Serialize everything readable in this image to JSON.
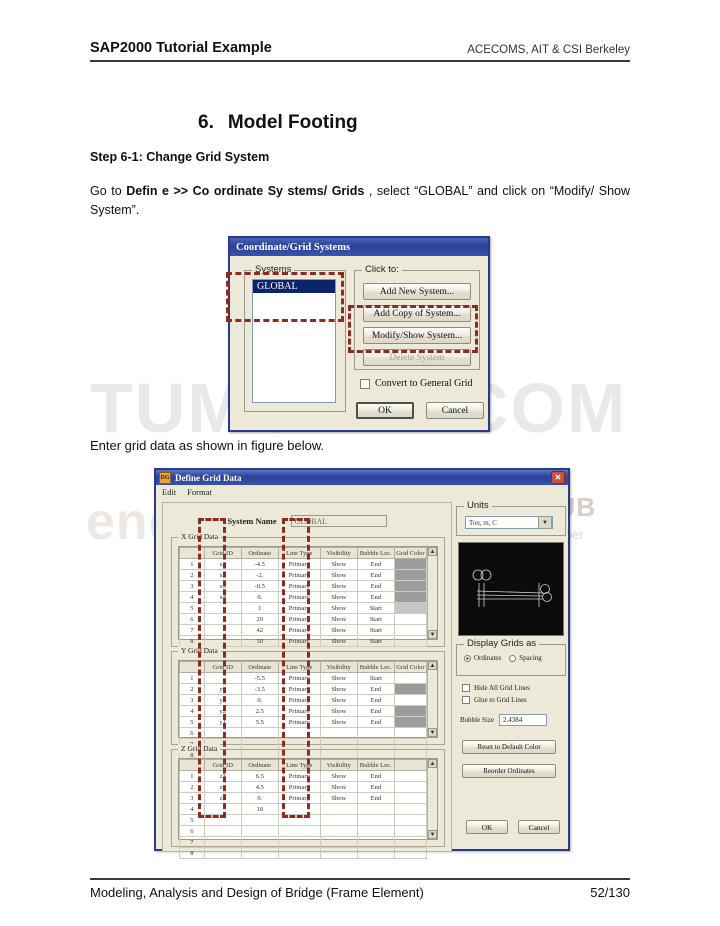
{
  "document": {
    "header": {
      "title": "SAP2000 Tutorial Example",
      "org": "ACECOMS, AIT & CSI Berkeley"
    },
    "footer": {
      "text": "Modeling, Analysis and Design of Bridge (Frame Element)",
      "page": "52/130"
    },
    "section": {
      "number": "6.",
      "title": "Model Footing"
    },
    "step_title": "Step 6-1: Change Grid System",
    "instruction_parts": {
      "p1": "Go  to ",
      "b1": "Defin e >> Co  ordinate Sy stems/ Grids",
      "p2": " ,  select  “GLOBAL”  and  click  on “Modify/ Show System”."
    },
    "caption": "Enter grid data as shown in figure below."
  },
  "watermarks": {
    "top": "TUMCIVIL.COM",
    "bottom": "endfanatic",
    "club": "CLUB",
    "member": "member"
  },
  "coordinate_dialog": {
    "title": "Coordinate/Grid Systems",
    "systems_legend": "Systems",
    "click_to_legend": "Click to:",
    "selected_system": "GLOBAL",
    "buttons": {
      "add_new": "Add New System...",
      "add_copy": "Add Copy of System...",
      "modify": "Modify/Show System...",
      "delete": "Delete System",
      "ok": "OK",
      "cancel": "Cancel"
    },
    "convert_checkbox": "Convert to General Grid"
  },
  "grid_dialog": {
    "title": "Define Grid Data",
    "app_icon": "DG",
    "close_icon": "close-icon",
    "menus": [
      "Edit",
      "Format"
    ],
    "system_name_label": "System Name",
    "system_name_value": "GLOBAL",
    "units_legend": "Units",
    "units_value": "Ton, m, C",
    "sections": {
      "x_legend": "X Grid Data",
      "y_legend": "Y Grid Data",
      "z_legend": "Z Grid Data"
    },
    "columns": [
      "Grid ID",
      "Ordinate",
      "Line Type",
      "Visibility",
      "Bubble Loc.",
      "Grid Color"
    ],
    "x_rows": [
      {
        "n": "1",
        "id": "x1",
        "ord": "-4.5",
        "line": "Primary",
        "vis": "Show",
        "bub": "End",
        "color": "on"
      },
      {
        "n": "2",
        "id": "x2",
        "ord": "-2.",
        "line": "Primary",
        "vis": "Show",
        "bub": "End",
        "color": "on"
      },
      {
        "n": "3",
        "id": "x3",
        "ord": "-0.5",
        "line": "Primary",
        "vis": "Show",
        "bub": "End",
        "color": "on"
      },
      {
        "n": "4",
        "id": "x4",
        "ord": "0.",
        "line": "Primary",
        "vis": "Show",
        "bub": "End",
        "color": "on"
      },
      {
        "n": "5",
        "id": "",
        "ord": "1",
        "line": "Primary",
        "vis": "Show",
        "bub": "Start",
        "color": "lt"
      },
      {
        "n": "6",
        "id": "",
        "ord": "20",
        "line": "Primary",
        "vis": "Show",
        "bub": "Start",
        "color": ""
      },
      {
        "n": "7",
        "id": "",
        "ord": "42",
        "line": "Primary",
        "vis": "Show",
        "bub": "Start",
        "color": ""
      },
      {
        "n": "8",
        "id": "",
        "ord": "50",
        "line": "Primary",
        "vis": "Show",
        "bub": "Start",
        "color": ""
      }
    ],
    "y_rows": [
      {
        "n": "1",
        "id": "",
        "ord": "-5.5",
        "line": "Primary",
        "vis": "Show",
        "bub": "Start",
        "color": ""
      },
      {
        "n": "2",
        "id": "y4",
        "ord": "-3.5",
        "line": "Primary",
        "vis": "Show",
        "bub": "End",
        "color": "on"
      },
      {
        "n": "3",
        "id": "y3",
        "ord": "0.",
        "line": "Primary",
        "vis": "Show",
        "bub": "End",
        "color": ""
      },
      {
        "n": "4",
        "id": "y2",
        "ord": "2.5",
        "line": "Primary",
        "vis": "Show",
        "bub": "End",
        "color": "on"
      },
      {
        "n": "5",
        "id": "y1",
        "ord": "5.5",
        "line": "Primary",
        "vis": "Show",
        "bub": "End",
        "color": "on"
      },
      {
        "n": "6",
        "id": "",
        "ord": "",
        "line": "",
        "vis": "",
        "bub": "",
        "color": ""
      },
      {
        "n": "7",
        "id": "",
        "ord": "",
        "line": "",
        "vis": "",
        "bub": "",
        "color": ""
      },
      {
        "n": "8",
        "id": "",
        "ord": "",
        "line": "",
        "vis": "",
        "bub": "",
        "color": ""
      }
    ],
    "z_rows": [
      {
        "n": "1",
        "id": "z3",
        "ord": "6.5",
        "line": "Primary",
        "vis": "Show",
        "bub": "End",
        "color": ""
      },
      {
        "n": "2",
        "id": "z2",
        "ord": "4.5",
        "line": "Primary",
        "vis": "Show",
        "bub": "End",
        "color": ""
      },
      {
        "n": "3",
        "id": "z1",
        "ord": "0.",
        "line": "Primary",
        "vis": "Show",
        "bub": "End",
        "color": ""
      },
      {
        "n": "4",
        "id": "",
        "ord": "18",
        "line": "",
        "vis": "",
        "bub": "",
        "color": ""
      },
      {
        "n": "5",
        "id": "",
        "ord": "",
        "line": "",
        "vis": "",
        "bub": "",
        "color": ""
      },
      {
        "n": "6",
        "id": "",
        "ord": "",
        "line": "",
        "vis": "",
        "bub": "",
        "color": ""
      },
      {
        "n": "7",
        "id": "",
        "ord": "",
        "line": "",
        "vis": "",
        "bub": "",
        "color": ""
      },
      {
        "n": "8",
        "id": "",
        "ord": "",
        "line": "",
        "vis": "",
        "bub": "",
        "color": ""
      }
    ],
    "display_grids_legend": "Display Grids as",
    "radio_ordinates": "Ordinates",
    "radio_spacing": "Spacing",
    "chk_hide": "Hide All Grid Lines",
    "chk_glue": "Glue to Grid Lines",
    "bubble_label": "Bubble Size",
    "bubble_value": "2.4384",
    "btn_reset": "Reset to Default Color",
    "btn_reorder": "Reorder Ordinates",
    "btn_ok": "OK",
    "btn_cancel": "Cancel"
  },
  "colors": {
    "titlebar_blue": "#2c4299",
    "dialog_face": "#ece9d8",
    "annotation_red": "#8c2b22",
    "selection_blue": "#0a246a"
  }
}
